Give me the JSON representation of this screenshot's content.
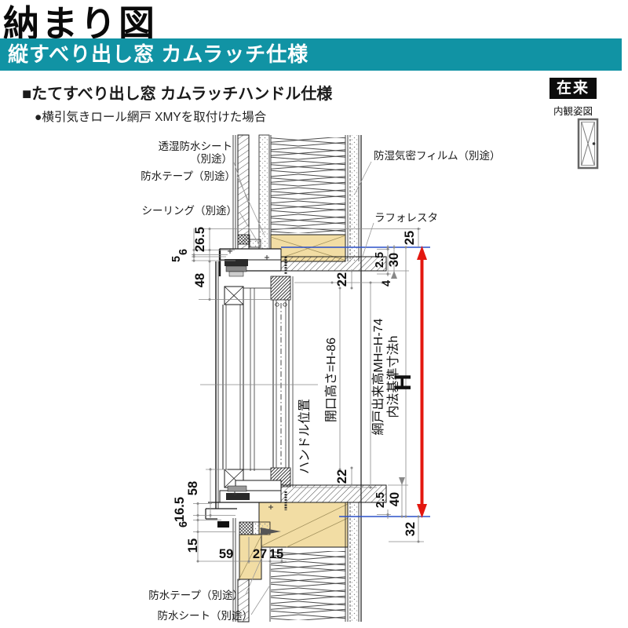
{
  "header": {
    "title": "納まり図",
    "banner": "縦すべり出し窓 カムラッチ仕様",
    "section_heading": "■たてすべり出し窓 カムラッチハンドル仕様",
    "bullet_note": "●横引気きロール網戸 XMYを取付けた場合"
  },
  "corner": {
    "construction_tag": "在来",
    "view_caption": "内観姿図",
    "icon": "casement-window-icon"
  },
  "callouts": {
    "breathable_waterproof_sheet_l1": "透湿防水シート",
    "breathable_waterproof_sheet_l2": "（別途）",
    "waterproof_tape_top": "防水テープ（別途）",
    "sealing": "シーリング（別途）",
    "vapor_barrier_film": "防湿気密フィルム（別途）",
    "laforesta": "ラフォレスタ",
    "waterproof_tape_bottom": "防水テープ（別途）",
    "waterproof_sheet_bottom": "防水シート（別途）"
  },
  "dimensions": {
    "top_left": {
      "d26_5": "26.5",
      "d6": "6",
      "d5": "5",
      "d48": "48"
    },
    "top_right": {
      "d25": "25",
      "d2_5": "2.5",
      "d30": "30",
      "d4": "4"
    },
    "middle": {
      "top_22": "22",
      "bottom_22": "22",
      "opening_height": "開口高さ=H-86",
      "handle_position": "ハンドル位置",
      "screen_height": "網戸出来高MH=H-74",
      "inner_reference": "内法基準寸法h",
      "overall_height": "H"
    },
    "bottom_left": {
      "d16_5": "16.5",
      "d58": "58",
      "d6": "6",
      "d15": "15"
    },
    "bottom_horizontal": {
      "d59": "59",
      "d27": "27",
      "d15": "15"
    },
    "bottom_right": {
      "d2_5": "2.5",
      "d40": "40",
      "d32": "32"
    }
  },
  "colors": {
    "banner_teal": "#1193a4",
    "dimension_red": "#e3170f",
    "reference_blue": "#2b50c8",
    "wood_tan": "#f2dda4"
  }
}
